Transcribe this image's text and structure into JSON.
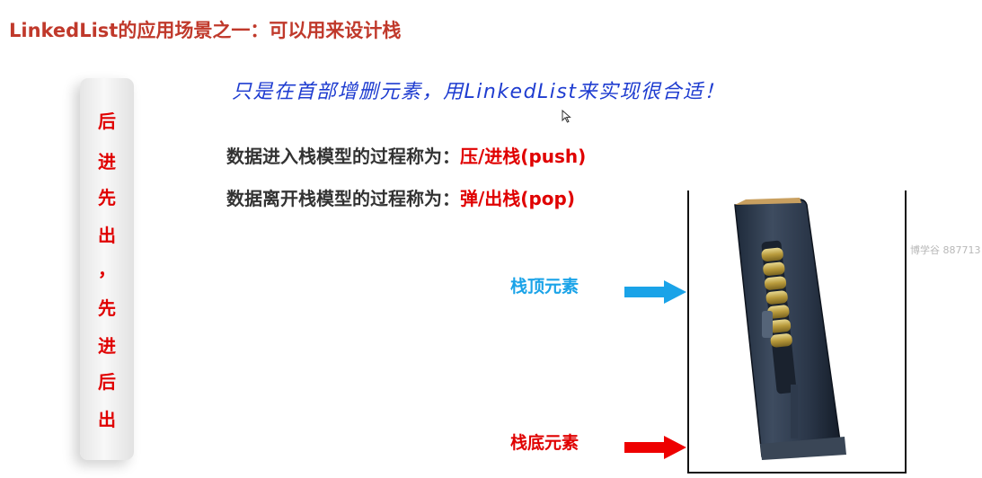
{
  "title": "LinkedList的应用场景之一：可以用来设计栈",
  "sidebar_chars": [
    "后",
    "进",
    "先",
    "出",
    "，",
    "先",
    "进",
    "后",
    "出"
  ],
  "note": "只是在首部增删元素，用LinkedList来实现很合适！",
  "push_line": {
    "text": "数据进入栈模型的过程称为：",
    "highlight": "压/进栈(push)"
  },
  "pop_line": {
    "text": "数据离开栈模型的过程称为：",
    "highlight": "弹/出栈(pop)"
  },
  "stack_top_label": "栈顶元素",
  "stack_bottom_label": "栈底元素",
  "watermark": "博学谷 887713",
  "colors": {
    "title": "#c0392b",
    "highlight": "#e00000",
    "note": "#1e3cd0",
    "top_label": "#1aa3e8",
    "bottom_label": "#e00000"
  },
  "icons": {
    "cursor": "mouse-pointer-icon",
    "top_arrow": "arrow-right-icon",
    "bottom_arrow": "arrow-right-icon"
  }
}
